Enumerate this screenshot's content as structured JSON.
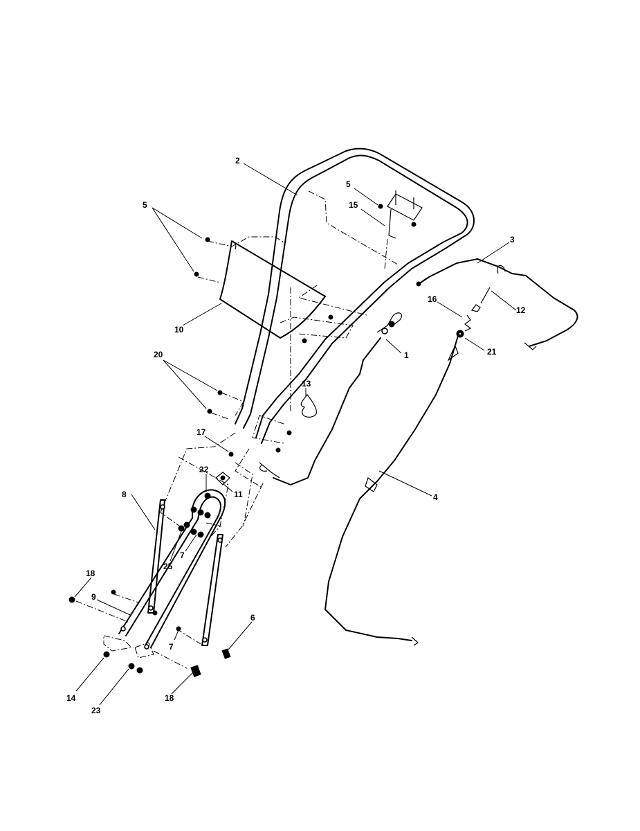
{
  "callouts": {
    "c1": "1",
    "c2": "2",
    "c3": "3",
    "c4": "4",
    "c5a": "5",
    "c5b": "5",
    "c6": "6",
    "c7a": "7",
    "c7b": "7",
    "c8": "8",
    "c9": "9",
    "c10": "10",
    "c11": "11",
    "c12": "12",
    "c13": "13",
    "c14": "14",
    "c15": "15",
    "c16": "16",
    "c17": "17",
    "c18a": "18",
    "c18b": "18",
    "c20": "20",
    "c21": "21",
    "c22": "22",
    "c23": "23",
    "c25": "25"
  }
}
